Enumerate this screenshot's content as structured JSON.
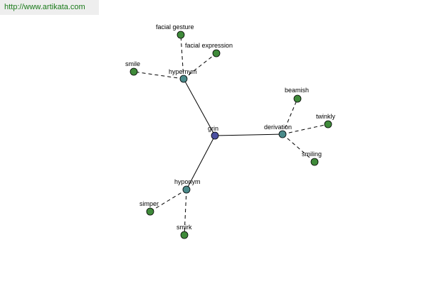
{
  "header": {
    "source_url": "http://www.artikata.com"
  },
  "colors": {
    "root_node": "#4a4fa0",
    "relation_node": "#4a8a8a",
    "leaf_node": "#3f8a3a",
    "link_text": "#1a7a1a",
    "link_background": "#eeeeee"
  },
  "graph": {
    "root": {
      "id": "grin",
      "label": "grin"
    },
    "relations": [
      {
        "id": "hypernym",
        "label": "hypernym"
      },
      {
        "id": "derivation",
        "label": "derivation"
      },
      {
        "id": "hyponym",
        "label": "hyponym"
      }
    ],
    "leaves": [
      {
        "id": "facial-gesture",
        "label": "facial gesture",
        "parent": "hypernym"
      },
      {
        "id": "facial-expression",
        "label": "facial expression",
        "parent": "hypernym"
      },
      {
        "id": "smile",
        "label": "smile",
        "parent": "hypernym"
      },
      {
        "id": "beamish",
        "label": "beamish",
        "parent": "derivation"
      },
      {
        "id": "twinkly",
        "label": "twinkly",
        "parent": "derivation"
      },
      {
        "id": "smiling",
        "label": "smiling",
        "parent": "derivation"
      },
      {
        "id": "simper",
        "label": "simper",
        "parent": "hyponym"
      },
      {
        "id": "smirk",
        "label": "smirk",
        "parent": "hyponym"
      }
    ]
  }
}
